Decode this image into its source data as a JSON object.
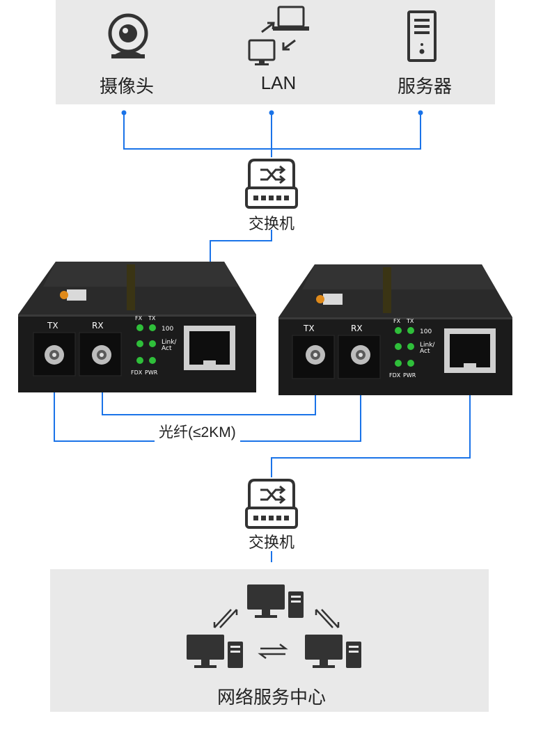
{
  "top_devices": [
    {
      "label": "摄像头",
      "icon": "camera-icon"
    },
    {
      "label": "LAN",
      "icon": "lan-icon"
    },
    {
      "label": "服务器",
      "icon": "server-icon"
    }
  ],
  "switch_top": {
    "label": "交换机",
    "icon": "switch-icon"
  },
  "switch_bottom": {
    "label": "交换机",
    "icon": "switch-icon"
  },
  "converter_left": {
    "tx": "TX",
    "rx": "RX",
    "leds": {
      "fx": "FX",
      "tx": "TX",
      "speed": "100",
      "link": "Link/",
      "act": "Act",
      "fdx": "FDX",
      "pwr": "PWR"
    }
  },
  "converter_right": {
    "tx": "TX",
    "rx": "RX",
    "leds": {
      "fx": "FX",
      "tx": "TX",
      "speed": "100",
      "link": "Link/",
      "act": "Act",
      "fdx": "FDX",
      "pwr": "PWR"
    }
  },
  "fiber_label": "光纤(≤2KM)",
  "center_label": "网络服务中心",
  "colors": {
    "line": "#1a73e8",
    "panel": "#e9e9e9",
    "device": "#1e1e1e",
    "led": "#2fbf3a",
    "icon": "#333333"
  }
}
